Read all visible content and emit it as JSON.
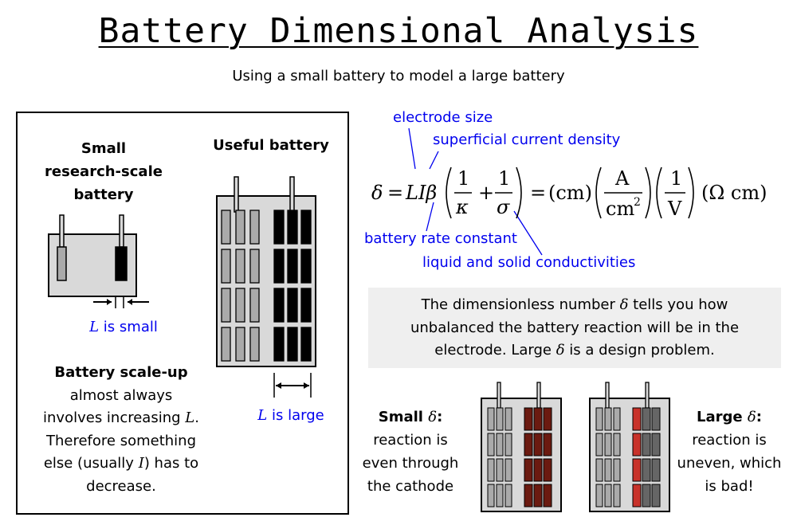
{
  "title": "Battery Dimensional Analysis",
  "subtitle": "Using a small battery to model a large battery",
  "left": {
    "small_title_lines": [
      "Small",
      "research-scale",
      "battery"
    ],
    "useful_title": "Useful battery",
    "l_small": {
      "var": "L",
      "rest": " is small"
    },
    "l_large": {
      "var": "L",
      "rest": " is large"
    },
    "scaleup": {
      "bold": "Battery scale-up",
      "line2": "almost always",
      "line3a": "involves increasing ",
      "line3var": "L",
      "line3b": ".",
      "line4": "Therefore something",
      "line5a": "else (usually ",
      "line5var": "I",
      "line5b": ") has to",
      "line6": "decrease."
    }
  },
  "equation": {
    "lhs": "δ",
    "eq": "=",
    "vars": "LIβ",
    "frac1_num": "1",
    "frac1_den": "κ",
    "plus": "+",
    "frac2_num": "1",
    "frac2_den": "σ",
    "eq2": "=",
    "unit_cm": "(cm)",
    "unit_A": "A",
    "unit_cm2": "cm",
    "unit_cm2_exp": "2",
    "unit_1": "1",
    "unit_V": "V",
    "unit_ohm": "(Ω cm)"
  },
  "annotations": {
    "electrode_size": "electrode size",
    "superficial": "superficial current density",
    "rate_constant": "battery rate constant",
    "conductivities": "liquid and solid conductivities"
  },
  "explanation": {
    "line1a": "The dimensionless number ",
    "line1var": "δ",
    "line1b": " tells you how",
    "line2": "unbalanced the battery reaction will be in the",
    "line3a": "electrode. Large ",
    "line3var": "δ",
    "line3b": " is a design problem."
  },
  "small_delta": {
    "bold": "Small ",
    "var": "δ",
    "colon": ":",
    "lines": [
      "reaction is",
      "even through",
      "the cathode"
    ]
  },
  "large_delta": {
    "bold": "Large ",
    "var": "δ",
    "colon": ":",
    "lines": [
      "reaction is",
      "uneven, which",
      "is bad!"
    ]
  },
  "colors": {
    "blue": "#0000ee",
    "red_dark": "#6b1a10",
    "red_bright": "#c8322a",
    "grey_fill": "#d9d9d9",
    "box_bg": "#efefef"
  }
}
